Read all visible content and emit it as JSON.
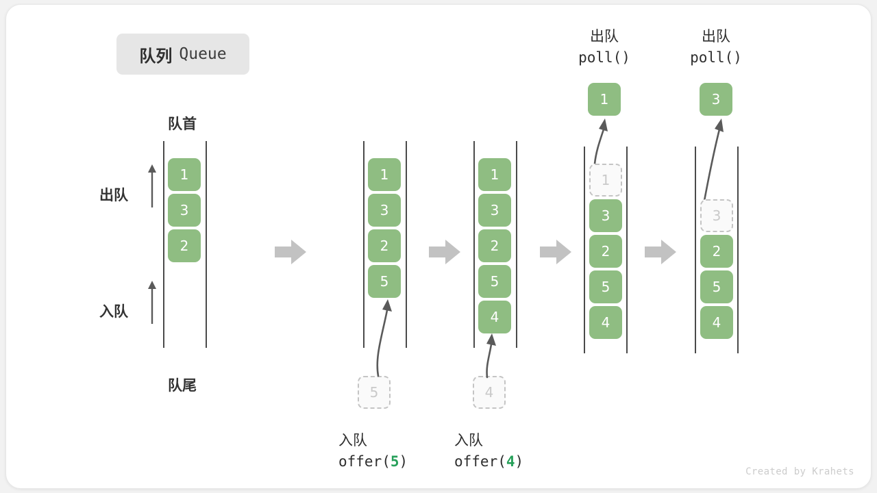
{
  "title": {
    "cn": "队列",
    "en": "Queue"
  },
  "labels": {
    "front": "队首",
    "rear": "队尾",
    "dequeue": "出队",
    "enqueue": "入队"
  },
  "credit": "Created by Krahets",
  "colors": {
    "cell_green": "#8fbd82",
    "ghost_border": "#c4c4c4",
    "ghost_text": "#c9c9c9",
    "rail": "#4a4a4a",
    "step_arrow": "#c2c2c2",
    "motion_arrow": "#5a5a5a",
    "chip_bg": "#e6e6e6",
    "code_accent": "#27a05a",
    "credit": "#cccccc"
  },
  "columns": [
    {
      "id": "initial",
      "cells": [
        "1",
        "3",
        "2"
      ],
      "ghost_rows": [],
      "empty_rows": [],
      "caption_cn": "",
      "caption_code": "",
      "popped": null
    },
    {
      "id": "after-offer-5",
      "cells": [
        "1",
        "3",
        "2",
        "5"
      ],
      "ghost_rows": [],
      "empty_rows": [],
      "caption_cn": "入队",
      "caption_code_pre": "offer(",
      "caption_code_num": "5",
      "caption_code_post": ")",
      "incoming_value": "5",
      "popped": null
    },
    {
      "id": "after-offer-4",
      "cells": [
        "1",
        "3",
        "2",
        "5",
        "4"
      ],
      "ghost_rows": [],
      "empty_rows": [],
      "caption_cn": "入队",
      "caption_code_pre": "offer(",
      "caption_code_num": "4",
      "caption_code_post": ")",
      "incoming_value": "4",
      "popped": null
    },
    {
      "id": "after-poll-1",
      "cells": [
        "1",
        "3",
        "2",
        "5",
        "4"
      ],
      "ghost_rows": [
        0
      ],
      "empty_rows": [],
      "header_cn": "出队",
      "header_code": "poll()",
      "popped": "1"
    },
    {
      "id": "after-poll-3",
      "cells": [
        "",
        "3",
        "2",
        "5",
        "4"
      ],
      "ghost_rows": [
        1
      ],
      "empty_rows": [
        0
      ],
      "header_cn": "出队",
      "header_code": "poll()",
      "popped": "3"
    }
  ]
}
